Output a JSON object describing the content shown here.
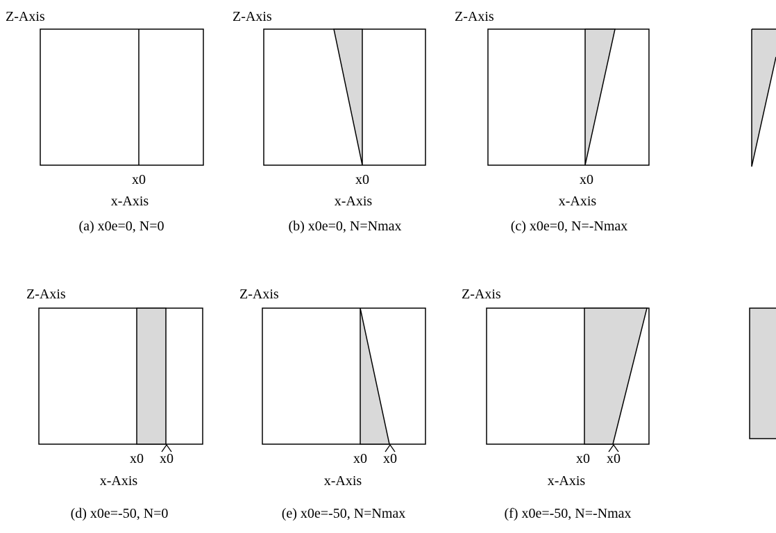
{
  "colors": {
    "shade": "#d9d9d9",
    "stroke": "#000000"
  },
  "panels": [
    {
      "id": "a",
      "z_label": "Z-Axis",
      "x0_label": "x0",
      "x_axis_label": "x-Axis",
      "caption": "(a) x0e=0, N=0"
    },
    {
      "id": "b",
      "z_label": "Z-Axis",
      "x0_label": "x0",
      "x_axis_label": "x-Axis",
      "caption": "(b) x0e=0, N=Nmax"
    },
    {
      "id": "c",
      "z_label": "Z-Axis",
      "x0_label": "x0",
      "x_axis_label": "x-Axis",
      "caption": "(c) x0e=0, N=-Nmax"
    },
    {
      "id": "d",
      "z_label": "Z-Axis",
      "x0_label": "x0",
      "x0_hat_label": "x0",
      "x_axis_label": "x-Axis",
      "caption": "(d) x0e=-50, N=0"
    },
    {
      "id": "e",
      "z_label": "Z-Axis",
      "x0_label": "x0",
      "x0_hat_label": "x0",
      "x_axis_label": "x-Axis",
      "caption": "(e) x0e=-50, N=Nmax"
    },
    {
      "id": "f",
      "z_label": "Z-Axis",
      "x0_label": "x0",
      "x0_hat_label": "x0",
      "x_axis_label": "x-Axis",
      "caption": "(f) x0e=-50, N=-Nmax"
    }
  ]
}
